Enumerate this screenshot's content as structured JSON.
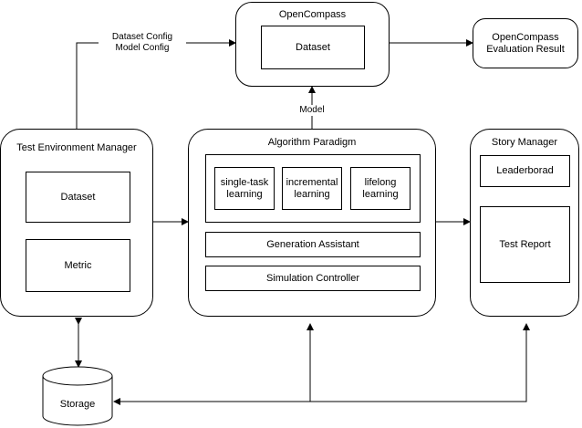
{
  "opencompass": {
    "title": "OpenCompass",
    "dataset": "Dataset"
  },
  "result": {
    "label": "OpenCompass\nEvaluation Result"
  },
  "config_label": "Dataset Config\nModel Config",
  "model_label": "Model",
  "test_env": {
    "title": "Test Environment Manager",
    "dataset": "Dataset",
    "metric": "Metric"
  },
  "algorithm": {
    "title": "Algorithm Paradigm",
    "paradigms": [
      "single-task\nlearning",
      "incremental\nlearning",
      "lifelong\nlearning"
    ],
    "generation_assistant": "Generation Assistant",
    "simulation_controller": "Simulation Controller"
  },
  "story": {
    "title": "Story Manager",
    "leaderboard": "Leaderborad",
    "test_report": "Test Report"
  },
  "storage": {
    "label": "Storage"
  }
}
